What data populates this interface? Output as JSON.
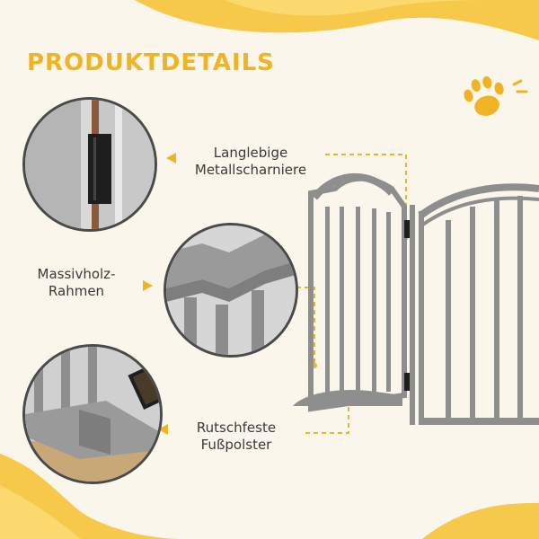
{
  "title": "PRODUKTDETAILS",
  "features": {
    "hinge": {
      "line1": "Langlebige",
      "line2": "Metallscharniere"
    },
    "frame": {
      "line1": "Massivholz-",
      "line2": "Rahmen"
    },
    "pad": {
      "line1": "Rutschfeste",
      "line2": "Fußpolster"
    }
  },
  "colors": {
    "accent": "#f0b323",
    "background": "#fbf6ec",
    "gate": "#8e8e8e"
  },
  "icons": [
    "paw-icon",
    "arrow-right-icon",
    "arrow-left-icon"
  ]
}
